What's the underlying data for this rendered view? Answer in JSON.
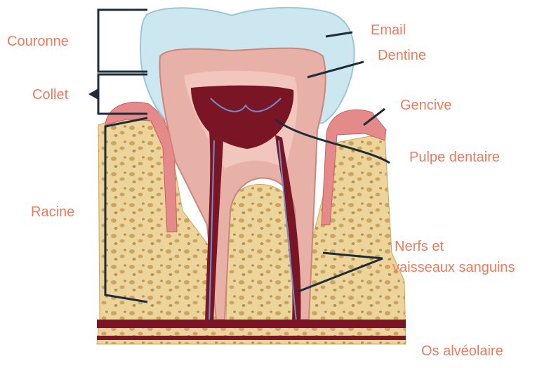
{
  "labels": {
    "couronne": "Couronne",
    "collet": "Collet",
    "racine": "Racine",
    "email": "Email",
    "dentine": "Dentine",
    "gencive": "Gencive",
    "pulpe": "Pulpe dentaire",
    "nerfs_line1": "Nerfs et",
    "nerfs_line2": "vaisseaux sanguins",
    "os": "Os alvéolaire"
  },
  "colors": {
    "label_text": "#ee7b5e",
    "leader_line": "#1d2b3a",
    "enamel": "#cde7f1",
    "dentine": "#e8b1a7",
    "pulp": "#7a1526",
    "gum": "#e48a8a",
    "bone": "#ecd49a",
    "bone_spots": "#c9a462",
    "nerve_blue": "#6f8fc9"
  }
}
